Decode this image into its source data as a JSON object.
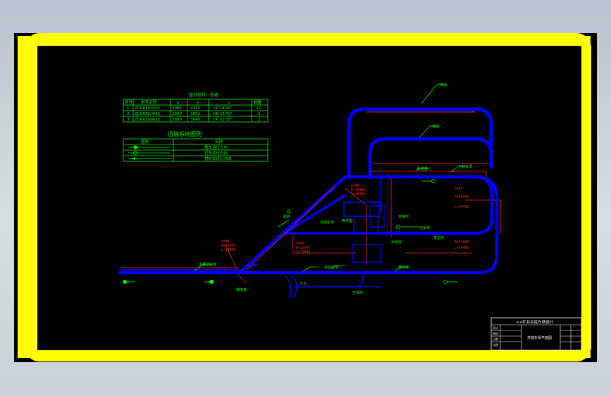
{
  "colors": {
    "frame": "#ffff00",
    "track": "#0000ff",
    "annotation": "#00ff00",
    "dimension": "#ff2020",
    "table_line": "#00ff00",
    "title_block": "#ffffff",
    "background": "#000000"
  },
  "turnout_table": {
    "title": "道岔型号一览表",
    "headers": [
      "序号",
      "型号名称",
      "a",
      "b",
      "α",
      "数量"
    ],
    "rows": [
      [
        "1",
        "ZDK630/5/15",
        "3987",
        "4333",
        "11°18'36\"",
        "10"
      ],
      [
        "2",
        "ZDK630/4/15",
        "2960",
        "3852",
        "14°15'00\"",
        "2"
      ],
      [
        "3",
        "ZDK630/4/12",
        "3680",
        "3640",
        "14°02'10\"",
        "2"
      ]
    ]
  },
  "legend_table": {
    "title": "运输系统图例",
    "headers": [
      "图例",
      "名称"
    ],
    "rows": [
      [
        "重车运行方向"
      ],
      [
        "空车运行方向"
      ],
      [
        "材料车运行方向"
      ]
    ]
  },
  "labels": {
    "loop_top": "绕道",
    "loop_inner": "绕道",
    "yard_main": "主井车场",
    "incline": "副井",
    "main_haul": "主要运输巷",
    "shaft_bottom": "井底车场",
    "station": "等候室",
    "pump_room": "水泵房",
    "substation": "变电所",
    "return_road": "空车线",
    "loaded_road": "重车线",
    "connecting": "联络巷",
    "sump": "水仓",
    "curve1_r": "R=12000",
    "curve1_l": "L=18400",
    "curve2_r": "R=12000",
    "curve2_l": "L=13000",
    "curve3_r": "R=20000",
    "curve3_l": "L=28400",
    "curve4_r": "R=15000",
    "curve4_l": "L=24400",
    "alpha1": "α=90°",
    "alpha2": "α=45°",
    "alpha3": "α=90°",
    "alpha4": "α=45°"
  },
  "title_block": {
    "main": "××矿井井底车场设计",
    "drawing": "井底车场平面图",
    "rows": [
      "设计",
      "审核",
      "日期",
      "比例"
    ]
  }
}
